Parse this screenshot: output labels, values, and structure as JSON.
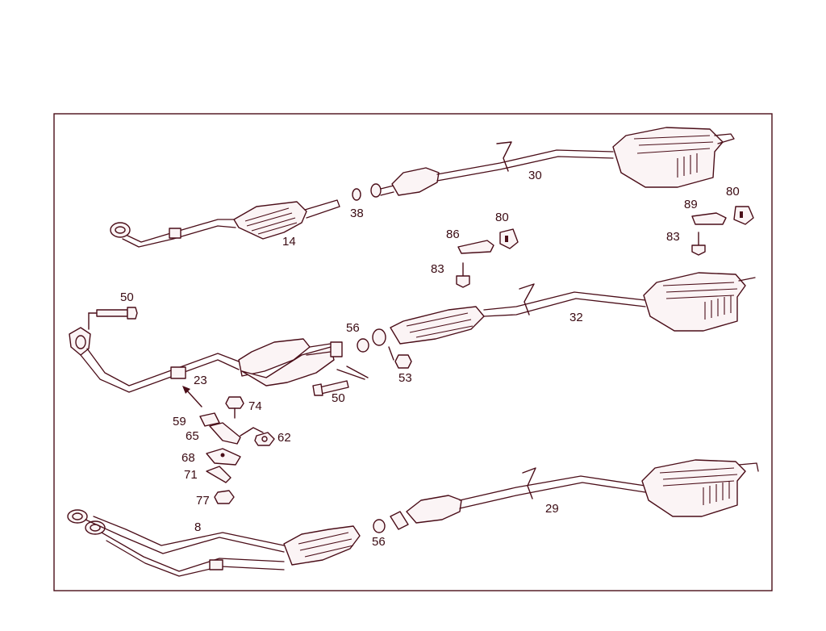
{
  "diagram": {
    "colors": {
      "line": "#4a0d18",
      "frame": "#4a0d18",
      "background": "#ffffff"
    },
    "callouts": [
      {
        "id": "c-14",
        "text": "14"
      },
      {
        "id": "c-38",
        "text": "38"
      },
      {
        "id": "c-30",
        "text": "30"
      },
      {
        "id": "c-89",
        "text": "89"
      },
      {
        "id": "c-80a",
        "text": "80"
      },
      {
        "id": "c-83a",
        "text": "83"
      },
      {
        "id": "c-86",
        "text": "86"
      },
      {
        "id": "c-80b",
        "text": "80"
      },
      {
        "id": "c-83b",
        "text": "83"
      },
      {
        "id": "c-50a",
        "text": "50"
      },
      {
        "id": "c-56a",
        "text": "56"
      },
      {
        "id": "c-32",
        "text": "32"
      },
      {
        "id": "c-53",
        "text": "53"
      },
      {
        "id": "c-23",
        "text": "23"
      },
      {
        "id": "c-50b",
        "text": "50"
      },
      {
        "id": "c-74",
        "text": "74"
      },
      {
        "id": "c-59",
        "text": "59"
      },
      {
        "id": "c-65",
        "text": "65"
      },
      {
        "id": "c-62",
        "text": "62"
      },
      {
        "id": "c-68",
        "text": "68"
      },
      {
        "id": "c-71",
        "text": "71"
      },
      {
        "id": "c-77",
        "text": "77"
      },
      {
        "id": "c-8",
        "text": "8"
      },
      {
        "id": "c-56b",
        "text": "56"
      },
      {
        "id": "c-29",
        "text": "29"
      }
    ]
  }
}
